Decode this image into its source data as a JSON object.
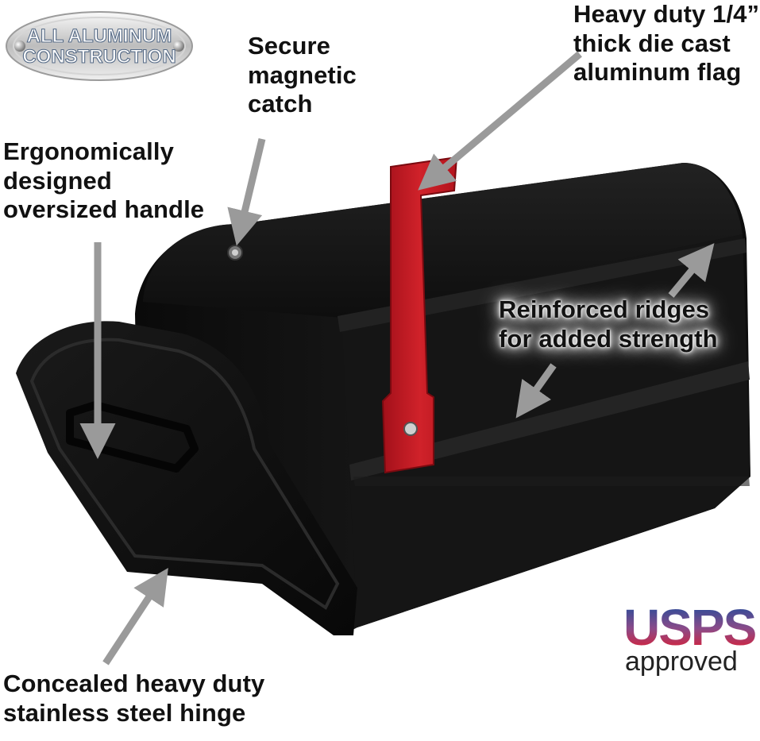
{
  "badge": {
    "line1": "ALL ALUMINUM",
    "line2": "CONSTRUCTION",
    "icon": "rivet-badge-icon"
  },
  "callouts": {
    "magnetic_catch": "Secure\nmagnetic\ncatch",
    "flag": "Heavy duty 1/4”\nthick die cast\naluminum flag",
    "handle": "Ergonomically\ndesigned\noversized handle",
    "ridges": "Reinforced ridges\nfor added strength",
    "hinge": "Concealed heavy duty\nstainless steel hinge"
  },
  "usps": {
    "title": "USPS",
    "subtitle": "approved",
    "colors": [
      "#1e4d9c",
      "#8b4b89",
      "#e11b2d"
    ]
  },
  "colors": {
    "mailbox_body": "#141414",
    "flag": "#c4161c",
    "arrow": "#999999"
  }
}
